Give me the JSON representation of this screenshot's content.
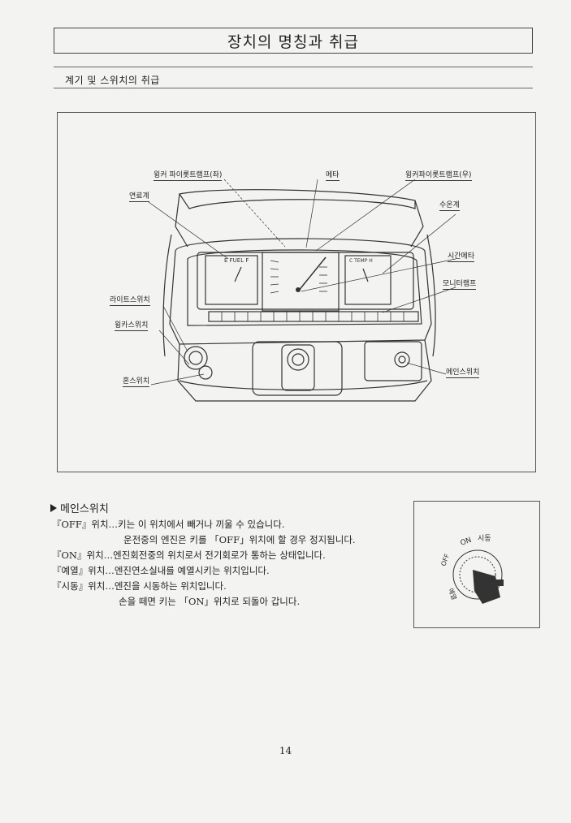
{
  "header": {
    "title": "장치의 명칭과 취급",
    "subtitle": "계기 및 스위치의 취급"
  },
  "figure": {
    "labels": {
      "winker_left": "윙커 파이롯트램프(좌)",
      "meter": "메타",
      "winker_right": "윙커파이롯트램프(우)",
      "fuel_gauge": "연료계",
      "water_temp": "수온계",
      "hour_meter": "시간메타",
      "monitor_lamp": "모니터램프",
      "light_switch": "라이트스위치",
      "winker_switch": "윙카스위치",
      "main_switch": "메인스위치",
      "horn_switch": "혼스위치"
    },
    "gauge_text": {
      "fuel": "E FUEL F",
      "temp": "C TEMP H"
    }
  },
  "section": {
    "heading": "메인스위치",
    "lines": [
      "『OFF』위치…키는 이 위치에서 빼거나 끼울 수 있습니다.",
      "운전중의 엔진은 키를 「OFF」위치에 할 경우 정지됩니다.",
      "『ON』위치…엔진회전중의 위치로서 전기회로가 통하는 상태입니다.",
      "『예열』위치…엔진연소실내를 예열시키는 위치입니다.",
      "『시동』위치…엔진을 시동하는 위치입니다.",
      "손을 떼면 키는 「ON」위치로 되돌아 갑니다."
    ]
  },
  "inset": {
    "labels": [
      "ON",
      "시동",
      "OFF",
      "예열"
    ]
  },
  "page_number": "14"
}
